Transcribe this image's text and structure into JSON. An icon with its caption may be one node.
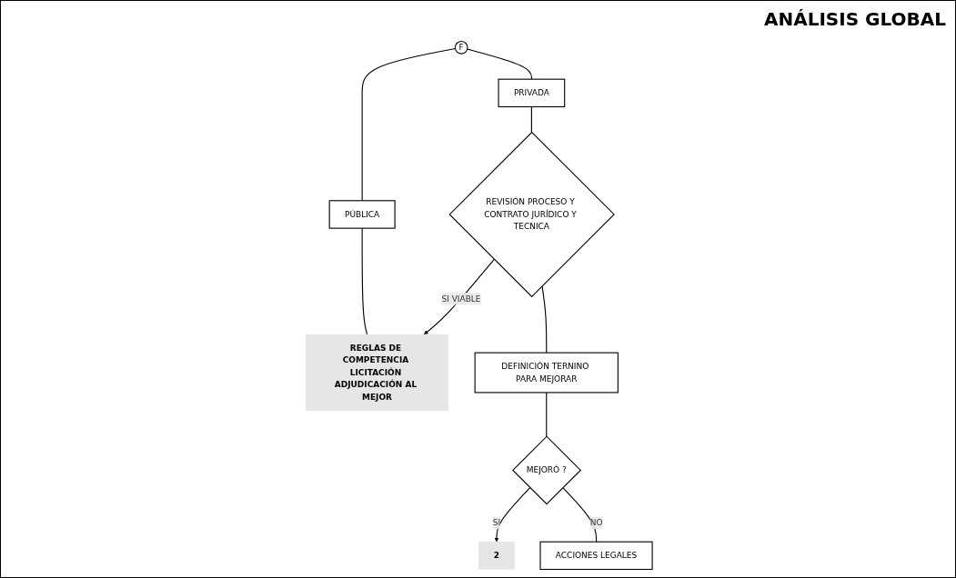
{
  "diagram": {
    "title": "ANÁLISIS GLOBAL",
    "nodes": [
      {
        "text": [
          "F"
        ]
      },
      {
        "text": [
          "PRIVADA"
        ]
      },
      {
        "text": [
          "PÚBLICA"
        ]
      },
      {
        "text": [
          "REVISIÓN PROCESO Y CONTRATO JURÍDICO Y TECNICA"
        ]
      },
      {
        "text": [
          "REGLAS DE COMPETENCIA LICITACIÓN ADJUDICACIÓN AL MEJOR"
        ]
      },
      {
        "text": [
          "DEFINICIÓN TERNINO PARA MEJORAR"
        ]
      },
      {
        "text": [
          "MEJORÓ ?"
        ]
      },
      {
        "text": [
          "2"
        ]
      },
      {
        "text": [
          "ACCIONES LEGALES"
        ]
      }
    ],
    "edges": [
      {
        "from": 0,
        "to": 1,
        "arrow": "none"
      },
      {
        "from": 1,
        "to": 3,
        "arrow": "none"
      },
      {
        "from": 0,
        "to": 2,
        "arrow": "none"
      },
      {
        "from": 2,
        "to": 4,
        "arrow": "none"
      },
      {
        "from": 3,
        "to": 4,
        "arrow": "to",
        "label": "SI VIABLE"
      },
      {
        "from": 3,
        "to": 5,
        "arrow": "none"
      },
      {
        "from": 5,
        "to": 6,
        "arrow": "none"
      },
      {
        "from": 6,
        "to": 7,
        "arrow": "to",
        "label": "SI"
      },
      {
        "from": 6,
        "to": 8,
        "arrow": "none",
        "label": "NO"
      }
    ]
  }
}
